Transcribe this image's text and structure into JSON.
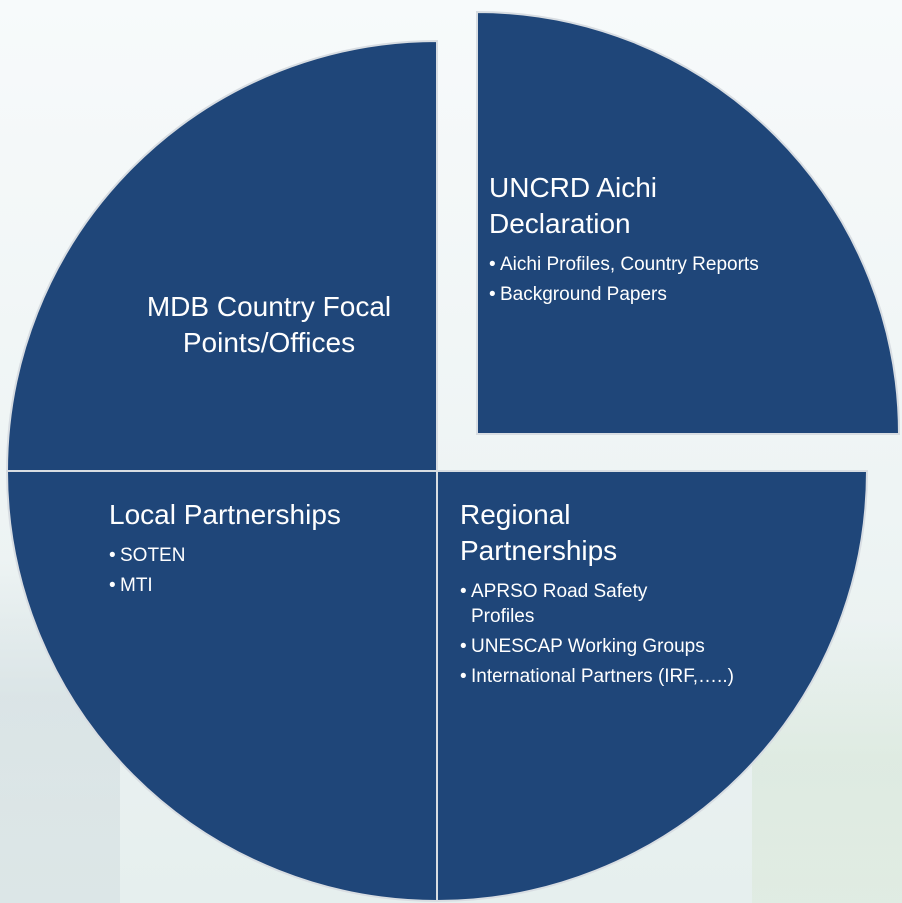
{
  "diagram": {
    "quadrants": [
      {
        "id": "top-left",
        "heading": "MDB Country Focal Points/Offices",
        "bullets": []
      },
      {
        "id": "top-right",
        "heading": "UNCRD Aichi Declaration",
        "bullets": [
          "Aichi Profiles, Country Reports",
          "Background Papers"
        ]
      },
      {
        "id": "bottom-left",
        "heading": "Local Partnerships",
        "bullets": [
          "SOTEN",
          "MTI"
        ]
      },
      {
        "id": "bottom-right",
        "heading": "Regional Partnerships",
        "bullets": [
          "APRSO Road Safety Profiles",
          "UNESCAP Working Groups",
          "International Partners (IRF,…..)"
        ]
      }
    ],
    "colors": {
      "quadrant_fill": "#1f4679",
      "outline": "#d8dde2",
      "text": "#ffffff"
    }
  }
}
